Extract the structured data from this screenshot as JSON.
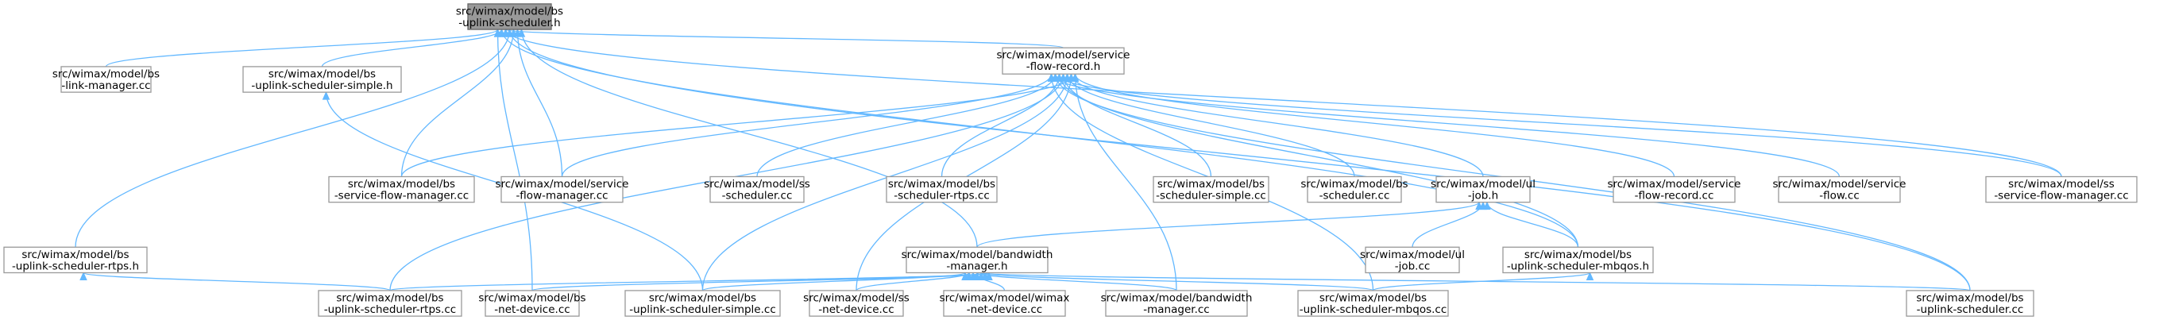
{
  "nodes": [
    {
      "id": "root",
      "lines": [
        "src/wimax/model/bs",
        "-uplink-scheduler.h"
      ],
      "highlight": true
    },
    {
      "id": "lm",
      "lines": [
        "src/wimax/model/bs",
        "-link-manager.cc"
      ]
    },
    {
      "id": "uss_h",
      "lines": [
        "src/wimax/model/bs",
        "-uplink-scheduler-simple.h"
      ]
    },
    {
      "id": "sfr_h",
      "lines": [
        "src/wimax/model/service",
        "-flow-record.h"
      ]
    },
    {
      "id": "usr_h",
      "lines": [
        "src/wimax/model/bs",
        "-uplink-scheduler-rtps.h"
      ]
    },
    {
      "id": "bsfm",
      "lines": [
        "src/wimax/model/bs",
        "-service-flow-manager.cc"
      ]
    },
    {
      "id": "sfm",
      "lines": [
        "src/wimax/model/service",
        "-flow-manager.cc"
      ]
    },
    {
      "id": "ss_s",
      "lines": [
        "src/wimax/model/ss",
        "-scheduler.cc"
      ]
    },
    {
      "id": "bs_sr",
      "lines": [
        "src/wimax/model/bs",
        "-scheduler-rtps.cc"
      ]
    },
    {
      "id": "bs_ss",
      "lines": [
        "src/wimax/model/bs",
        "-scheduler-simple.cc"
      ]
    },
    {
      "id": "bs_s",
      "lines": [
        "src/wimax/model/bs",
        "-scheduler.cc"
      ]
    },
    {
      "id": "ul_h",
      "lines": [
        "src/wimax/model/ul",
        "-job.h"
      ]
    },
    {
      "id": "sfr_c",
      "lines": [
        "src/wimax/model/service",
        "-flow-record.cc"
      ]
    },
    {
      "id": "sf_c",
      "lines": [
        "src/wimax/model/service",
        "-flow.cc"
      ]
    },
    {
      "id": "sssfm",
      "lines": [
        "src/wimax/model/ss",
        "-service-flow-manager.cc"
      ]
    },
    {
      "id": "bw_h",
      "lines": [
        "src/wimax/model/bandwidth",
        "-manager.h"
      ]
    },
    {
      "id": "ul_c",
      "lines": [
        "src/wimax/model/ul",
        "-job.cc"
      ]
    },
    {
      "id": "usm_h",
      "lines": [
        "src/wimax/model/bs",
        "-uplink-scheduler-mbqos.h"
      ]
    },
    {
      "id": "usr_c",
      "lines": [
        "src/wimax/model/bs",
        "-uplink-scheduler-rtps.cc"
      ]
    },
    {
      "id": "bsnd",
      "lines": [
        "src/wimax/model/bs",
        "-net-device.cc"
      ]
    },
    {
      "id": "uss_c",
      "lines": [
        "src/wimax/model/bs",
        "-uplink-scheduler-simple.cc"
      ]
    },
    {
      "id": "ssnd",
      "lines": [
        "src/wimax/model/ss",
        "-net-device.cc"
      ]
    },
    {
      "id": "wxnd",
      "lines": [
        "src/wimax/model/wimax",
        "-net-device.cc"
      ]
    },
    {
      "id": "bw_c",
      "lines": [
        "src/wimax/model/bandwidth",
        "-manager.cc"
      ]
    },
    {
      "id": "usm_c",
      "lines": [
        "src/wimax/model/bs",
        "-uplink-scheduler-mbqos.cc"
      ]
    },
    {
      "id": "us_c",
      "lines": [
        "src/wimax/model/bs",
        "-uplink-scheduler.cc"
      ]
    }
  ],
  "colors": {
    "edge": "#63b8ff",
    "node_border": "#999999",
    "root_fill": "#999999"
  }
}
